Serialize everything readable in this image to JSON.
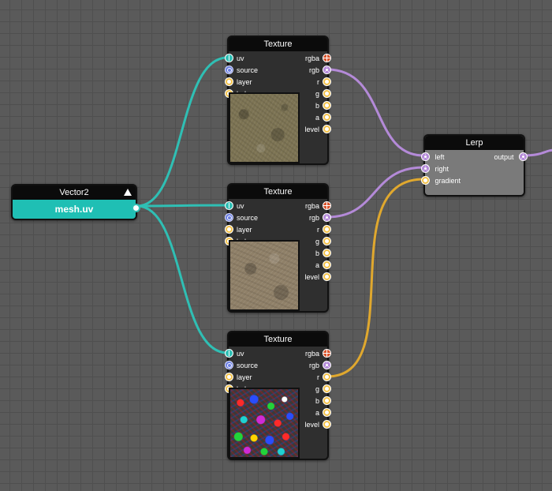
{
  "canvas": {
    "background": "#5a5a5a",
    "grid_color": "#4f4f4f"
  },
  "colors": {
    "uv_wire": "#2fbfb4",
    "rgb_wire": "#b48ad8",
    "scalar_wire": "#e0a82e"
  },
  "vector2_node": {
    "title": "Vector2",
    "value": "mesh.uv",
    "collapse_icon": "triangle-up-icon"
  },
  "texture_nodes": [
    {
      "title": "Texture",
      "inputs": [
        "uv",
        "source",
        "layer",
        "lod"
      ],
      "outputs": [
        "rgba",
        "rgb",
        "r",
        "g",
        "b",
        "a",
        "level"
      ],
      "preview": "sand-rock-texture"
    },
    {
      "title": "Texture",
      "inputs": [
        "uv",
        "source",
        "layer",
        "lod"
      ],
      "outputs": [
        "rgba",
        "rgb",
        "r",
        "g",
        "b",
        "a",
        "level"
      ],
      "preview": "gravel-stone-texture"
    },
    {
      "title": "Texture",
      "inputs": [
        "uv",
        "source",
        "layer",
        "lod"
      ],
      "outputs": [
        "rgba",
        "rgb",
        "r",
        "g",
        "b",
        "a",
        "level"
      ],
      "preview": "colored-noise-mask-texture"
    }
  ],
  "lerp_node": {
    "title": "Lerp",
    "inputs": [
      "left",
      "right",
      "gradient"
    ],
    "outputs": [
      "output"
    ]
  }
}
